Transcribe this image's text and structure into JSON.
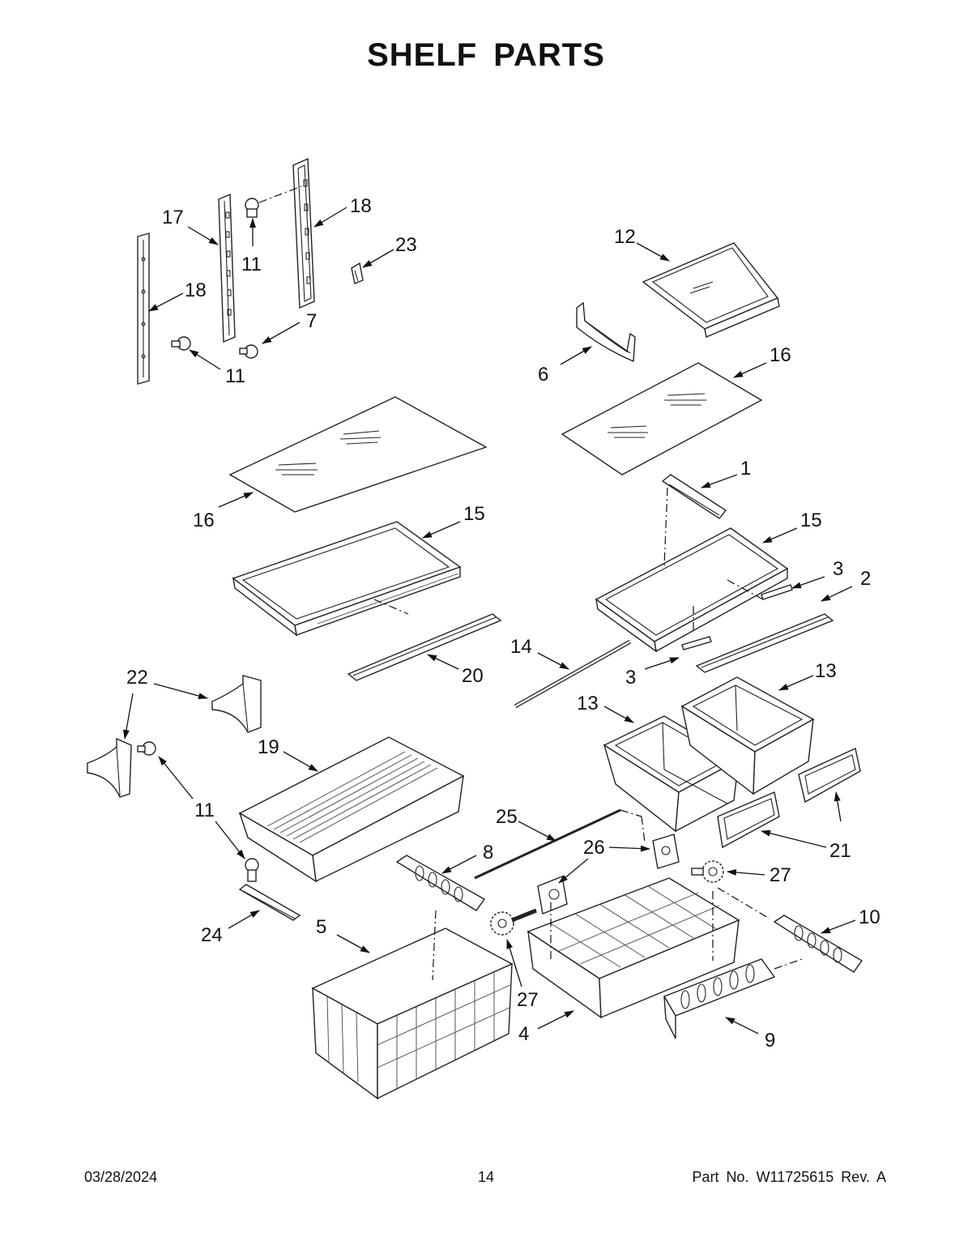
{
  "page": {
    "title": "SHELF PARTS",
    "footer_date": "03/28/2024",
    "footer_page": "14",
    "footer_part": "Part No.  W11725615  Rev.  A"
  },
  "callouts": [
    {
      "id": "c17a",
      "label": "17"
    },
    {
      "id": "c11a",
      "label": "11"
    },
    {
      "id": "c18a",
      "label": "18"
    },
    {
      "id": "c23",
      "label": "23"
    },
    {
      "id": "c18b",
      "label": "18"
    },
    {
      "id": "c7",
      "label": "7"
    },
    {
      "id": "c11b",
      "label": "11"
    },
    {
      "id": "c12",
      "label": "12"
    },
    {
      "id": "c6",
      "label": "6"
    },
    {
      "id": "c16a",
      "label": "16"
    },
    {
      "id": "c16b",
      "label": "16"
    },
    {
      "id": "c1",
      "label": "1"
    },
    {
      "id": "c15a",
      "label": "15"
    },
    {
      "id": "c15b",
      "label": "15"
    },
    {
      "id": "c3a",
      "label": "3"
    },
    {
      "id": "c2",
      "label": "2"
    },
    {
      "id": "c14",
      "label": "14"
    },
    {
      "id": "c20",
      "label": "20"
    },
    {
      "id": "c3b",
      "label": "3"
    },
    {
      "id": "c13a",
      "label": "13"
    },
    {
      "id": "c13b",
      "label": "13"
    },
    {
      "id": "c22",
      "label": "22"
    },
    {
      "id": "c19",
      "label": "19"
    },
    {
      "id": "c11c",
      "label": "11"
    },
    {
      "id": "c25",
      "label": "25"
    },
    {
      "id": "c8",
      "label": "8"
    },
    {
      "id": "c26",
      "label": "26"
    },
    {
      "id": "c21",
      "label": "21"
    },
    {
      "id": "c27a",
      "label": "27"
    },
    {
      "id": "c10",
      "label": "10"
    },
    {
      "id": "c24",
      "label": "24"
    },
    {
      "id": "c5",
      "label": "5"
    },
    {
      "id": "c27b",
      "label": "27"
    },
    {
      "id": "c4",
      "label": "4"
    },
    {
      "id": "c9",
      "label": "9"
    }
  ]
}
